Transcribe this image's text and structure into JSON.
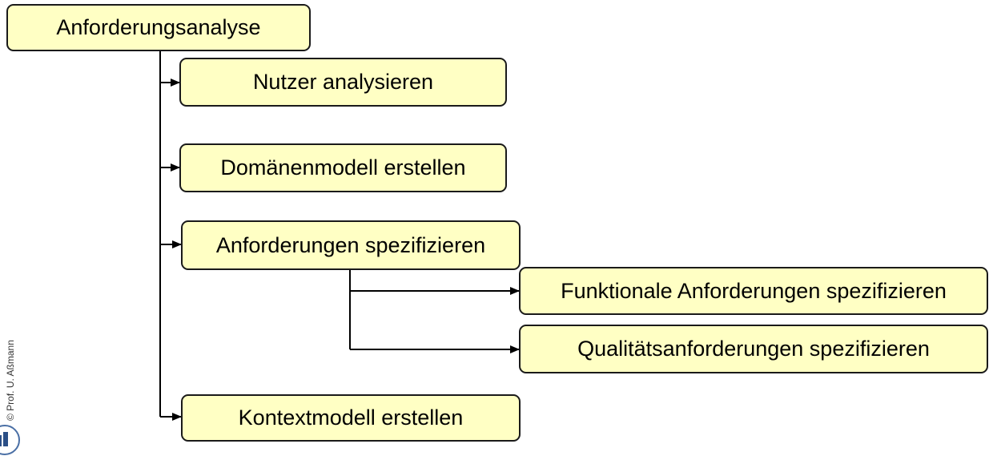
{
  "diagram": {
    "root": "Anforderungsanalyse",
    "children": [
      "Nutzer analysieren",
      "Domänenmodell erstellen",
      "Anforderungen spezifizieren",
      "Kontextmodell erstellen"
    ],
    "subchildren": [
      "Funktionale Anforderungen spezifizieren",
      "Qualitätsanforderungen spezifizieren"
    ]
  },
  "footer": {
    "copyright": "© Prof. U. Aßmann"
  },
  "colors": {
    "box_fill": "#ffffc4",
    "box_border": "#1a1a1a",
    "connector": "#000000"
  }
}
